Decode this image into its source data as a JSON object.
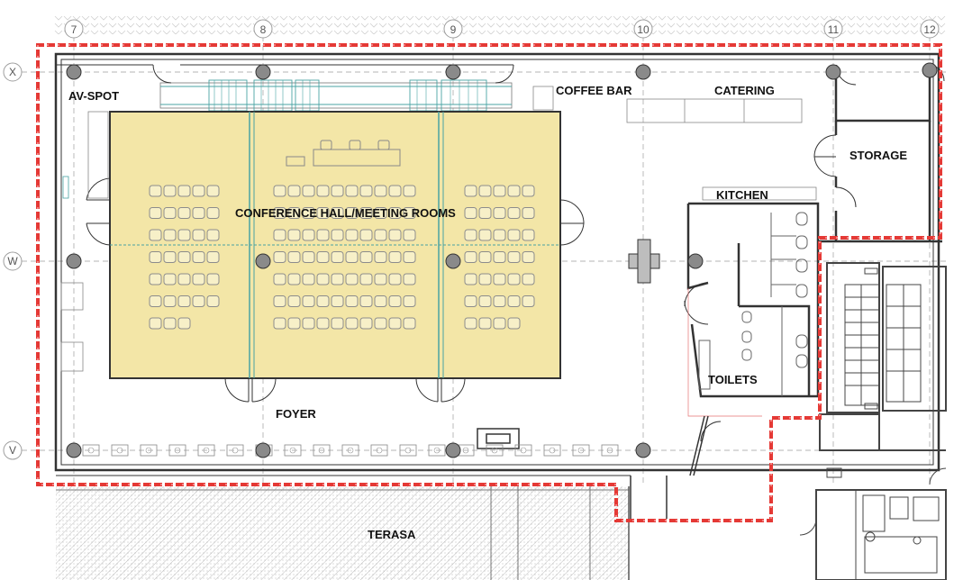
{
  "plan": {
    "rooms": {
      "av_spot": "AV-SPOT",
      "coffee_bar": "COFFEE BAR",
      "catering": "CATERING",
      "storage": "STORAGE",
      "kitchen": "KITCHEN",
      "conference": "CONFERENCE HALL/MEETING ROOMS",
      "toilets": "TOILETS",
      "foyer": "FOYER",
      "terasa": "TERASA"
    },
    "grid_columns": [
      "7",
      "8",
      "9",
      "10",
      "11",
      "12"
    ],
    "grid_rows": [
      "X",
      "W",
      "V"
    ],
    "colors": {
      "hall_fill": "#f3e6a7",
      "boundary": "#e53935",
      "wall": "#333333",
      "column": "#8a8a8a",
      "glazing": "#4aa3a3"
    }
  }
}
